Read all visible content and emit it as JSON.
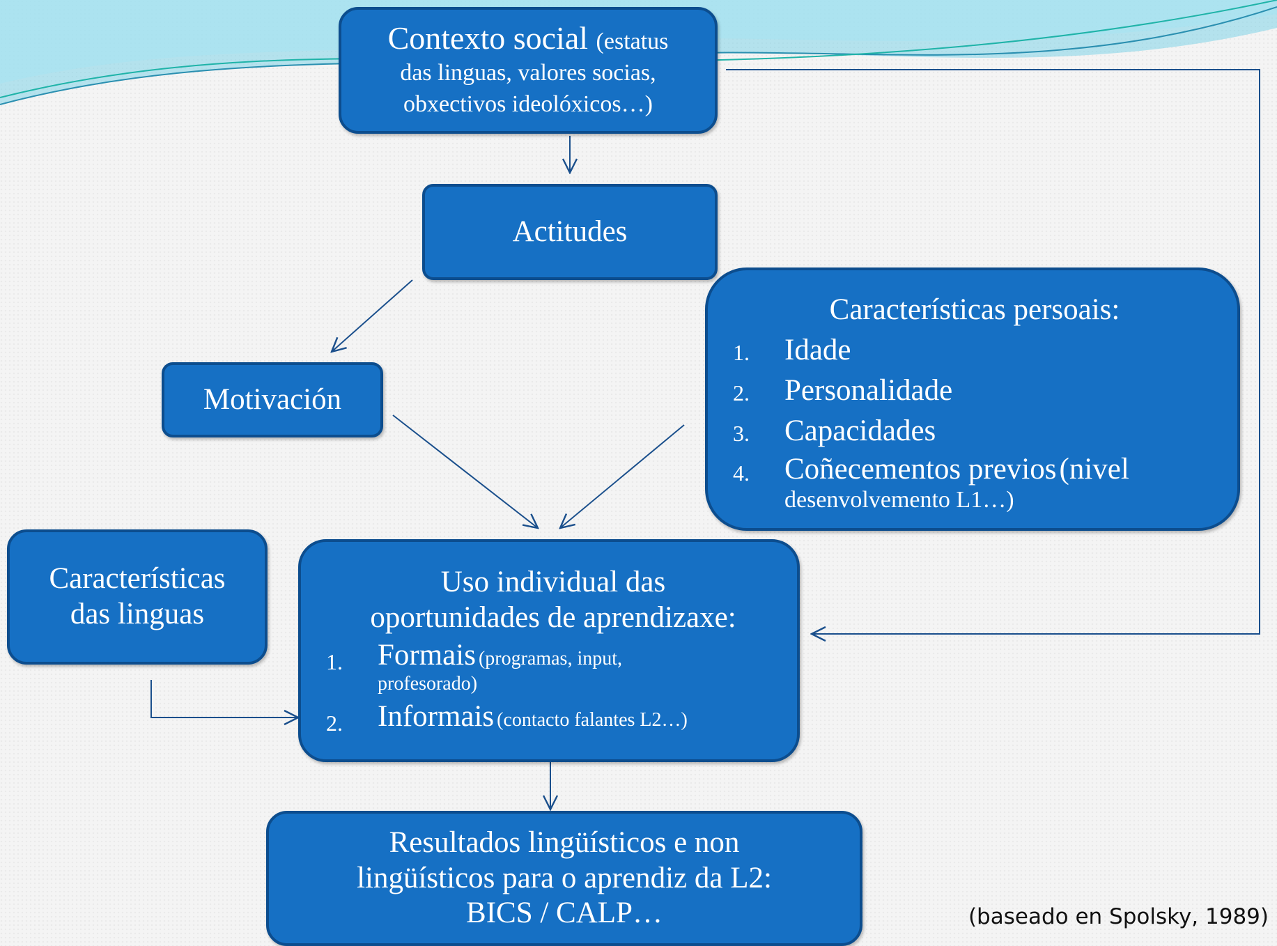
{
  "colors": {
    "box_fill": "#1670c4",
    "box_border": "#0c4d8e",
    "arrow": "#1a4f8c"
  },
  "nodes": {
    "contexto": {
      "title": "Contexto social",
      "detail_1": "(estatus",
      "line_2": "das linguas,  valores socias,",
      "line_3": "obxectivos ideolóxicos…)"
    },
    "actitudes": {
      "label": "Actitudes"
    },
    "motivacion": {
      "label": "Motivación"
    },
    "persoais": {
      "title": "Características persoais:",
      "items": [
        {
          "num": "1.",
          "text": "Idade"
        },
        {
          "num": "2.",
          "text": "Personalidade"
        },
        {
          "num": "3.",
          "text": "Capacidades"
        },
        {
          "num": "4.",
          "text": "Coñecementos previos",
          "detail": "(nivel",
          "detail_2": "desenvolvemento L1…)"
        }
      ]
    },
    "linguas": {
      "line_1": "Características",
      "line_2": "das linguas"
    },
    "uso": {
      "line_1": "Uso individual das",
      "line_2": "oportunidades de aprendizaxe:",
      "items": [
        {
          "num": "1.",
          "text": "Formais",
          "detail": "(programas, input,",
          "detail_2": "profesorado)"
        },
        {
          "num": "2.",
          "text": "Informais",
          "detail": "(contacto falantes  L2…)"
        }
      ]
    },
    "resultados": {
      "line_1": "Resultados lingüísticos e non",
      "line_2": "lingüísticos para o aprendiz da L2:",
      "line_3": "BICS / CALP…"
    }
  },
  "caption": "(baseado en Spolsky, 1989)"
}
